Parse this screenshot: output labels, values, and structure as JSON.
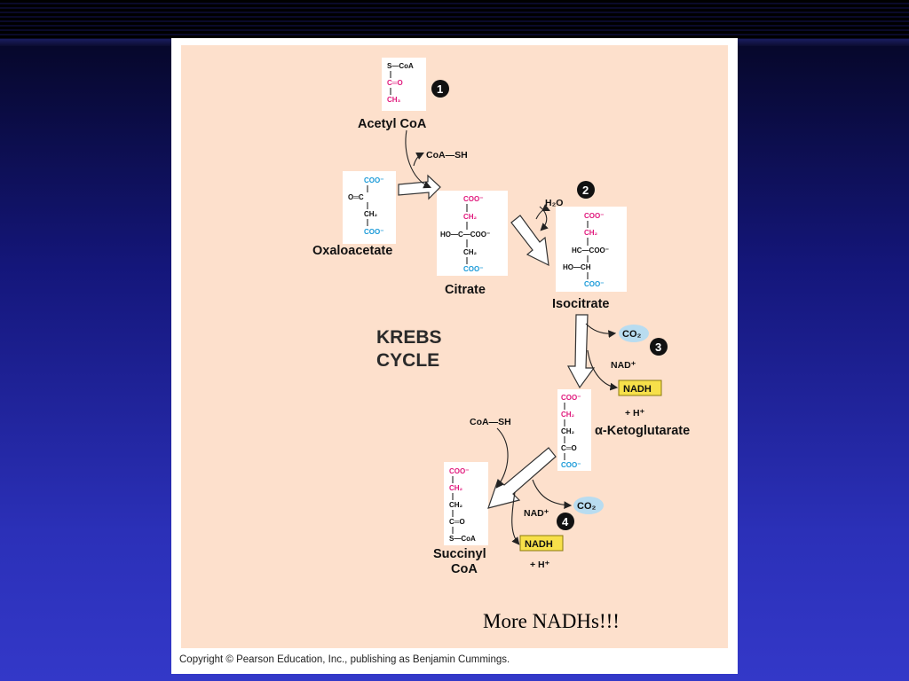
{
  "slide": {
    "caption": "More NADHs!!!",
    "copyright": "Copyright © Pearson Education, Inc., publishing as Benjamin Cummings."
  },
  "diagram": {
    "title_line1": "KREBS",
    "title_line2": "CYCLE",
    "molecules": {
      "acetyl_coa": "Acetyl CoA",
      "oxaloacetate": "Oxaloacetate",
      "citrate": "Citrate",
      "isocitrate": "Isocitrate",
      "ketoglutarate": "α-Ketoglutarate",
      "succinyl_line1": "Succinyl",
      "succinyl_line2": "CoA"
    },
    "side_labels": {
      "coash_1": "CoA—SH",
      "coash_2": "CoA—SH",
      "h2o": "H₂O",
      "co2_1": "CO₂",
      "co2_2": "CO₂",
      "nad_1": "NAD⁺",
      "nad_2": "NAD⁺",
      "nadh_1": "NADH",
      "nadh_2": "NADH",
      "hplus_1": "+ H⁺",
      "hplus_2": "+ H⁺"
    },
    "steps": [
      "1",
      "2",
      "3",
      "4"
    ],
    "structures": {
      "acetyl": [
        "S—CoA",
        "C═O",
        "CH₃"
      ],
      "oxaloacetate": [
        "COO⁻",
        "O═C",
        "CH₂",
        "COO⁻"
      ],
      "citrate": [
        "COO⁻",
        "CH₂",
        "HO—C—COO⁻",
        "CH₂",
        "COO⁻"
      ],
      "isocitrate": [
        "COO⁻",
        "CH₂",
        "HC—COO⁻",
        "HO—CH",
        "COO⁻"
      ],
      "ketoglutarate": [
        "COO⁻",
        "CH₂",
        "CH₂",
        "C═O",
        "COO⁻"
      ],
      "succinyl": [
        "COO⁻",
        "CH₂",
        "CH₂",
        "C═O",
        "S—CoA"
      ]
    },
    "colors": {
      "carbon_from_acetyl": "#e0187c",
      "carbon_lost_as_co2": "#1a9ad8",
      "nadh_box": "#f7e04a",
      "co2_bubble": "#b8dcf0",
      "background": "#fde0cc"
    }
  }
}
